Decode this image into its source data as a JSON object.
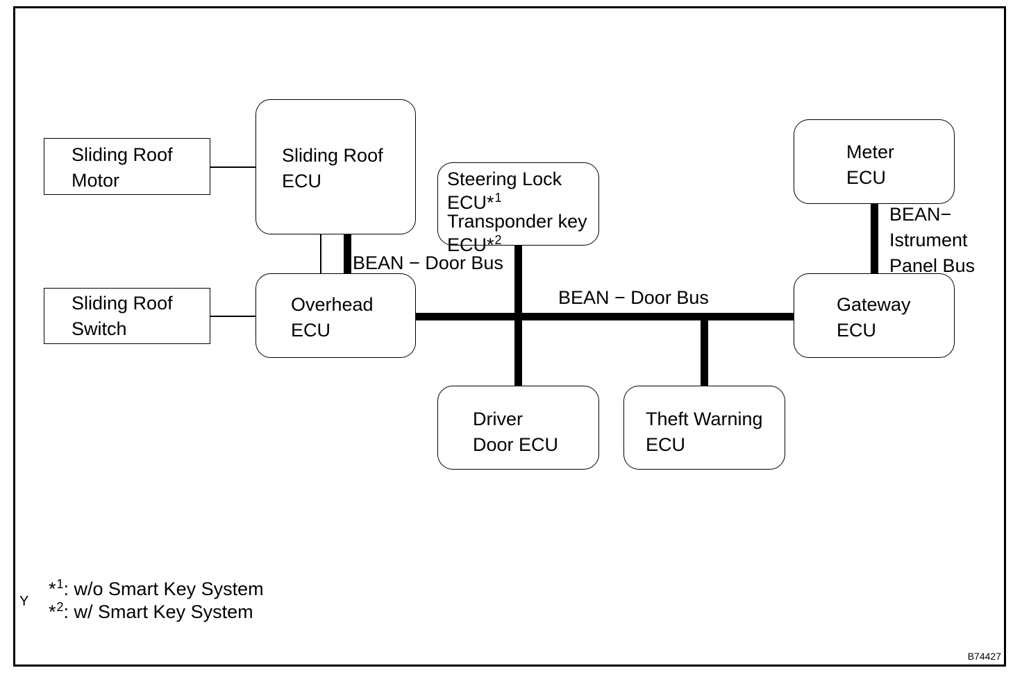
{
  "nodes": {
    "sliding_roof_motor": [
      "Sliding Roof",
      "Motor"
    ],
    "sliding_roof_switch": [
      "Sliding Roof",
      "Switch"
    ],
    "sliding_roof_ecu": [
      "Sliding Roof",
      "ECU"
    ],
    "overhead_ecu": [
      "Overhead",
      "ECU"
    ],
    "steering_lock": {
      "line1": "Steering Lock",
      "line2": "ECU*",
      "sup1": "1",
      "line3": "Transponder key",
      "line4": "ECU*",
      "sup2": "2"
    },
    "driver_door_ecu": [
      "Driver",
      "Door ECU"
    ],
    "theft_warning_ecu": [
      "Theft Warning",
      "ECU"
    ],
    "meter_ecu": [
      "Meter",
      "ECU"
    ],
    "gateway_ecu": [
      "Gateway",
      "ECU"
    ]
  },
  "buses": {
    "door_bus_upper": "BEAN − Door Bus",
    "door_bus_main": "BEAN − Door Bus",
    "instrument_bus": [
      "BEAN−",
      "Istrument",
      "Panel Bus"
    ]
  },
  "notes": {
    "note1_prefix": "*",
    "note1_sup": "1",
    "note1_text": ": w/o Smart Key System",
    "note2_prefix": "*",
    "note2_sup": "2",
    "note2_text": ": w/ Smart Key System",
    "corner_mark": "Y"
  },
  "figure_id": "B74427"
}
